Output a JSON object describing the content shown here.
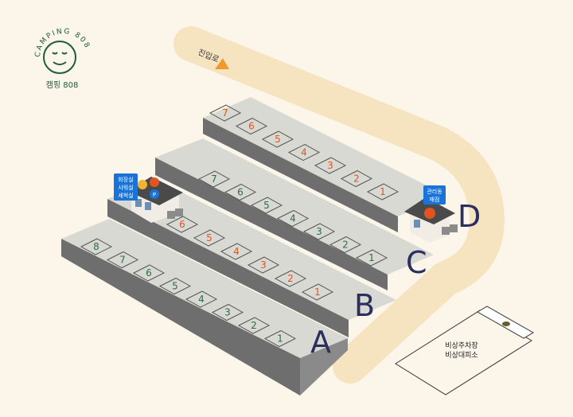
{
  "brand": {
    "arc_text": "CAMPING 808",
    "korean_name": "캠핑 808",
    "color": "#1e5a3e"
  },
  "entrance": {
    "label": "진입로"
  },
  "colors": {
    "background": "#fbf5ea",
    "road": "#f6e3bf",
    "platform_top": "#d9d9d4",
    "platform_side": "#6e6e6e",
    "site_green": "#2f6b45",
    "site_orange": "#e0541f",
    "row_letter": "#2a2f5e",
    "badge_blue": "#1a73d9"
  },
  "rows": [
    {
      "letter": "A",
      "sites": [
        "8",
        "7",
        "6",
        "5",
        "4",
        "3",
        "2",
        "1"
      ],
      "orange_sites": []
    },
    {
      "letter": "B",
      "sites": [
        "6",
        "5",
        "4",
        "3",
        "2",
        "1"
      ],
      "orange_sites": [
        "6",
        "5",
        "4",
        "3",
        "2",
        "1"
      ]
    },
    {
      "letter": "C",
      "sites": [
        "7",
        "6",
        "5",
        "4",
        "3",
        "2",
        "1"
      ],
      "orange_sites": []
    },
    {
      "letter": "D",
      "sites": [
        "7",
        "6",
        "5",
        "4",
        "3",
        "2",
        "1"
      ],
      "orange_sites": [
        "7",
        "6",
        "5",
        "4",
        "3",
        "2",
        "1"
      ]
    }
  ],
  "facilities": {
    "restroom": {
      "lines": [
        "화장실",
        "샤워실",
        "세척실"
      ],
      "icons": [
        "restroom-icon",
        "shower-icon",
        "parking-icon"
      ]
    },
    "office": {
      "lines": [
        "관리동",
        "매점"
      ],
      "icons": [
        "shopping-cart-icon"
      ]
    }
  },
  "emergency": {
    "lines": [
      "비상주차장",
      "비상대피소"
    ]
  }
}
